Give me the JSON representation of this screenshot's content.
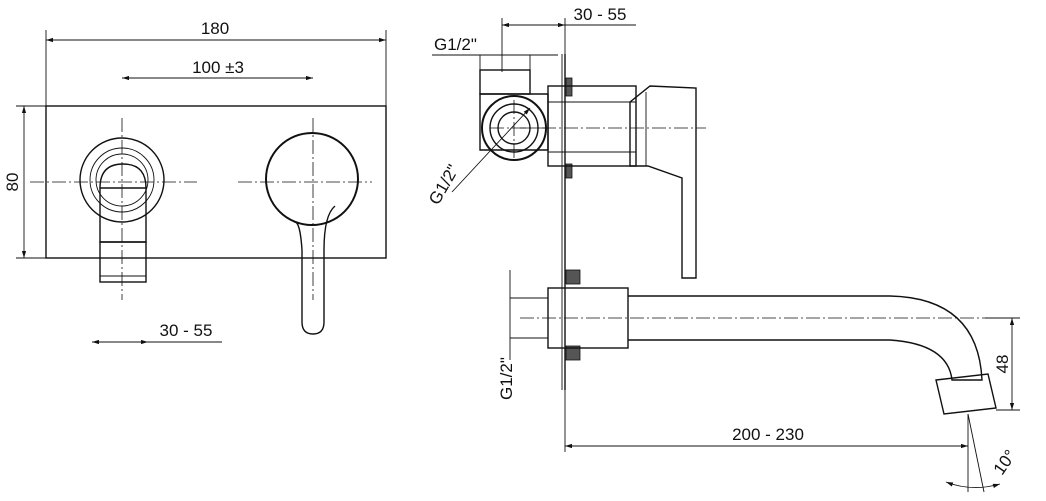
{
  "front_view": {
    "overall_width": "180",
    "centers_distance": "100 ±3",
    "height": "80",
    "spout_projection": "30 - 55"
  },
  "side_view": {
    "wall_range": "30 - 55",
    "inlet_top": "G1/2\"",
    "inlet_side": "G1/2\"",
    "outlet_thread": "G1/2\"",
    "spout_reach": "200 - 230",
    "spout_height": "48",
    "spout_angle": "10°"
  }
}
